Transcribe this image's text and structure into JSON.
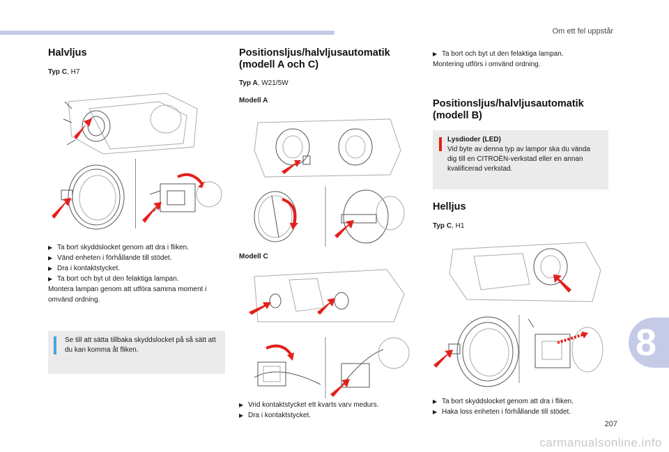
{
  "header": {
    "section_title": "Om ett fel uppstår"
  },
  "chapter": {
    "number": "8"
  },
  "page": {
    "number": "207"
  },
  "watermark": "carmanualsonline.info",
  "col1": {
    "title": "Halvljus",
    "type_label": "Typ C",
    "type_value": ", H7",
    "steps": [
      "Ta bort skyddslocket genom att dra i fliken.",
      "Vänd enheten i förhållande till stödet.",
      "Dra i kontaktstycket.",
      "Ta bort och byt ut den felaktiga lampan."
    ],
    "after": "Montera lampan genom att utföra samma moment i omvänd ordning.",
    "note": "Se till att sätta tillbaka skyddslocket på så sätt att du kan komma åt fliken."
  },
  "col2": {
    "title": "Positionsljus/halvljusautomatik (modell A och C)",
    "type_label": "Typ A",
    "type_value": ", W21/5W",
    "model_a": "Modell A",
    "model_c": "Modell C",
    "steps": [
      "Vrid kontaktstycket ett kvarts varv medurs.",
      "Dra i kontaktstycket."
    ]
  },
  "col3": {
    "top_steps": [
      "Ta bort och byt ut den felaktiga lampan."
    ],
    "top_after": "Montering utförs i omvänd ordning.",
    "title": "Positionsljus/halvljusautomatik (modell B)",
    "warning_title": "Lysdioder (LED)",
    "warning_text": "Vid byte av denna typ av lampor ska du vända dig till en CITROËN-verkstad eller en annan kvalificerad verkstad.",
    "helljus_title": "Helljus",
    "type_label": "Typ C",
    "type_value": ", H1",
    "steps": [
      "Ta bort skyddslocket genom att dra i fliken.",
      "Haka loss enheten i förhållande till stödet."
    ]
  },
  "icons": {
    "bullet": "arrow-bullet-icon",
    "info": "info-icon",
    "warning": "warning-icon"
  },
  "colors": {
    "accent": "#c5cbe6",
    "red": "#e3201b",
    "note_bg": "#ebebeb",
    "info_blue": "#4aa3df"
  }
}
